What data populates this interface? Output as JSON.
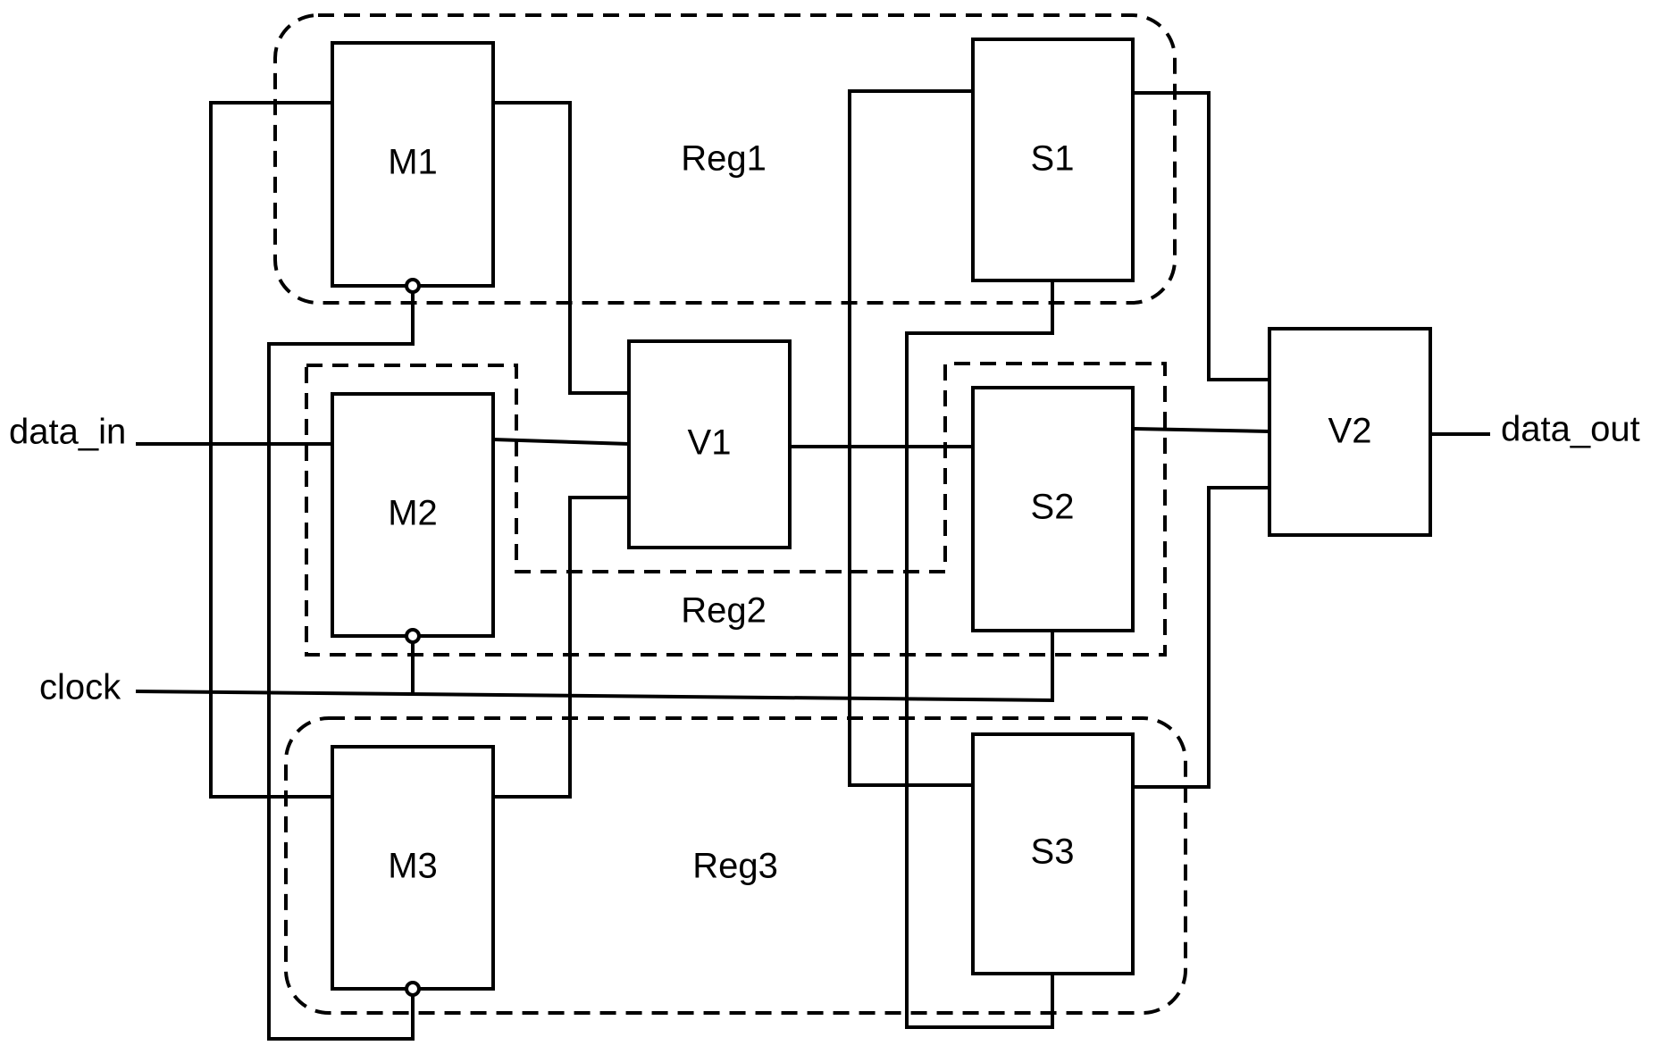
{
  "blocks": {
    "m1": "M1",
    "m2": "M2",
    "m3": "M3",
    "s1": "S1",
    "s2": "S2",
    "s3": "S3",
    "v1": "V1",
    "v2": "V2"
  },
  "regions": {
    "reg1": "Reg1",
    "reg2": "Reg2",
    "reg3": "Reg3"
  },
  "ports": {
    "data_in": "data_in",
    "clock": "clock",
    "data_out": "data_out"
  },
  "colors": {
    "stroke": "#000000",
    "background": "#ffffff"
  }
}
